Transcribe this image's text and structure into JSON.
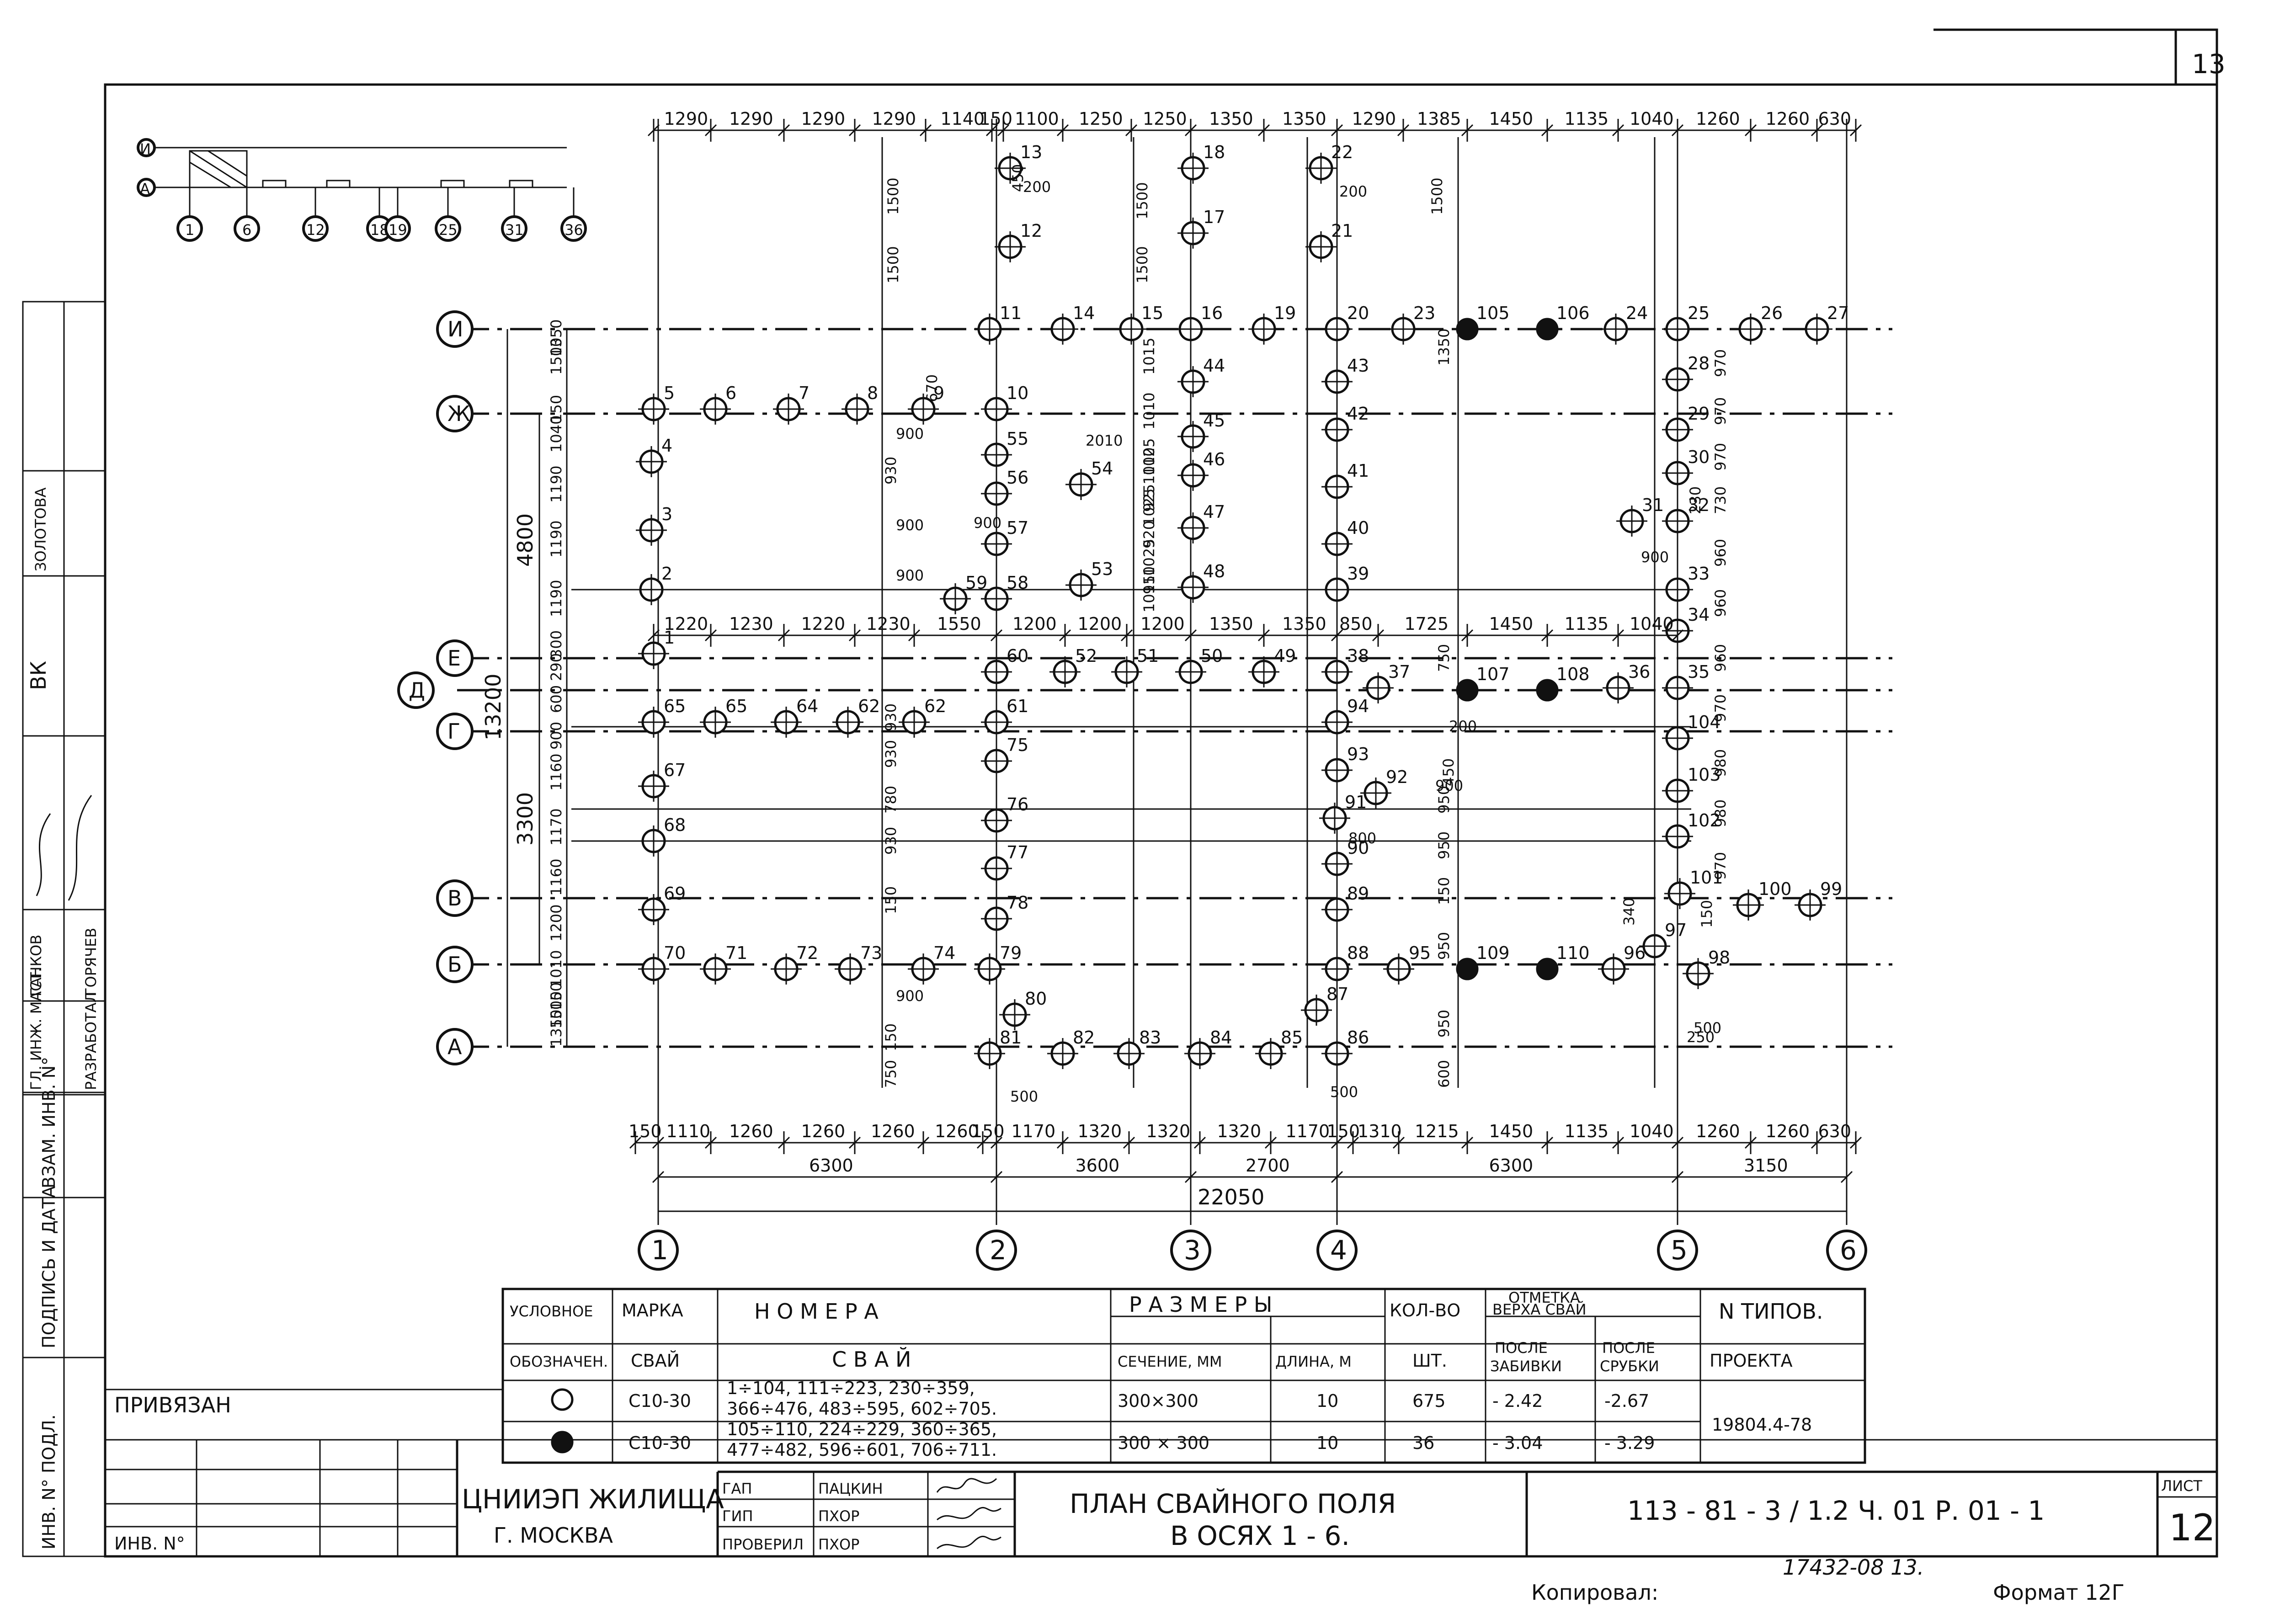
{
  "sheet_top_number": "13",
  "axes_x": [
    "1",
    "2",
    "3",
    "4",
    "5",
    "6"
  ],
  "axes_y": [
    "И",
    "Ж",
    "Е",
    "Д",
    "Г",
    "В",
    "Б",
    "А"
  ],
  "keyplan": {
    "rows": [
      "И",
      "А"
    ],
    "cols": [
      "1",
      "6",
      "12",
      "18",
      "19",
      "25",
      "31",
      "36"
    ]
  },
  "dims_top": [
    "1290",
    "1290",
    "1290",
    "1290",
    "1140",
    "150",
    "1100",
    "1250",
    "1250",
    "1350",
    "1350",
    "1290",
    "1385",
    "1450",
    "1135",
    "1040",
    "1260",
    "1260",
    "630"
  ],
  "dims_bottom_detail": [
    "150",
    "1110",
    "1260",
    "1260",
    "1260",
    "1260",
    "150",
    "1170",
    "1320",
    "1320",
    "1320",
    "1170",
    "150",
    "1310",
    "1215",
    "1450",
    "1135",
    "1040",
    "1260",
    "1260",
    "630"
  ],
  "dims_bottom_axes": [
    "6300",
    "3600",
    "2700",
    "6300",
    "3150"
  ],
  "dim_total": "22050",
  "dims_left_total": "13200",
  "dims_left_bays": [
    "4800",
    "3300"
  ],
  "dims_left_spans": [
    "1500",
    "1350",
    "150",
    "1040",
    "1190",
    "1190",
    "1190",
    "300",
    "290",
    "600",
    "900",
    "1160",
    "1170",
    "1160",
    "1200",
    "1010",
    "150",
    "1500",
    "1350"
  ],
  "dims_mid_row": [
    "1220",
    "1230",
    "1220",
    "1230",
    "1550",
    "1200",
    "1200",
    "1200",
    "1350",
    "1350",
    "850",
    "1725",
    "1450",
    "1135",
    "1040"
  ],
  "pile_labels": [
    "1",
    "2",
    "3",
    "4",
    "5",
    "6",
    "7",
    "8",
    "9",
    "10",
    "11",
    "12",
    "13",
    "14",
    "15",
    "16",
    "17",
    "18",
    "19",
    "20",
    "21",
    "22",
    "23",
    "24",
    "25",
    "26",
    "27",
    "28",
    "29",
    "30",
    "31",
    "32",
    "33",
    "34",
    "35",
    "36",
    "37",
    "38",
    "39",
    "40",
    "41",
    "42",
    "43",
    "44",
    "45",
    "46",
    "47",
    "48",
    "49",
    "50",
    "51",
    "52",
    "53",
    "54",
    "55",
    "56",
    "57",
    "58",
    "59",
    "60",
    "61",
    "62",
    "62",
    "64",
    "65",
    "65",
    "67",
    "68",
    "69",
    "70",
    "71",
    "72",
    "73",
    "74",
    "75",
    "76",
    "77",
    "78",
    "79",
    "80",
    "81",
    "82",
    "83",
    "84",
    "85",
    "86",
    "87",
    "88",
    "89",
    "90",
    "91",
    "92",
    "93",
    "94",
    "95",
    "96",
    "97",
    "98",
    "99",
    "100",
    "101",
    "102",
    "103",
    "104",
    "105",
    "106",
    "107",
    "108",
    "109",
    "110"
  ],
  "misc_dims": [
    "200",
    "200",
    "1500",
    "1500",
    "1500",
    "1500",
    "1500",
    "2010",
    "900",
    "900",
    "800",
    "500",
    "500",
    "250",
    "500",
    "340",
    "970",
    "970",
    "970",
    "730",
    "230",
    "960",
    "960",
    "960",
    "970",
    "980",
    "980",
    "970",
    "1015",
    "1010",
    "1025",
    "1025",
    "1025",
    "1015",
    "1010",
    "925",
    "920",
    "910",
    "670",
    "150",
    "780",
    "930",
    "930",
    "930",
    "930",
    "900",
    "900",
    "900",
    "900",
    "750",
    "1350",
    "150",
    "750",
    "600",
    "150",
    "950",
    "950",
    "950",
    "950",
    "150",
    "200",
    "900",
    "450",
    "450"
  ],
  "table": {
    "headers": {
      "symbol": [
        "УСЛОВНОЕ",
        "ОБОЗНАЧЕН."
      ],
      "mark": [
        "МАРКА",
        "СВАЙ"
      ],
      "numbers": [
        "Н О М Е Р А",
        "С В А Й"
      ],
      "sizes": "Р А З М Е Р Ы",
      "section": "СЕЧЕНИЕ, ММ",
      "length": "ДЛИНА, М",
      "qty": [
        "КОЛ-ВО",
        "ШТ."
      ],
      "elev": [
        "ОТМЕТКА",
        "ВЕРХА СВАЙ"
      ],
      "elev_a": [
        "ПОСЛЕ",
        "ЗАБИВКИ"
      ],
      "elev_b": [
        "ПОСЛЕ",
        "СРУБКИ"
      ],
      "project": [
        "N ТИПОВ.",
        "ПРОЕКТА"
      ]
    },
    "rows": [
      {
        "symbol": "open-circle",
        "mark": "С10-30",
        "numbers": [
          "1÷104, 111÷223, 230÷359,",
          "366÷476, 483÷595, 602÷705."
        ],
        "section": "300×300",
        "length": "10",
        "qty": "675",
        "elev_a": "- 2.42",
        "elev_b": "-2.67"
      },
      {
        "symbol": "filled-circle",
        "mark": "С10-30",
        "numbers": [
          "105÷110, 224÷229, 360÷365,",
          "477÷482, 596÷601, 706÷711."
        ],
        "section": "300 × 300",
        "length": "10",
        "qty": "36",
        "elev_a": "- 3.04",
        "elev_b": "- 3.29"
      }
    ],
    "project_no": "19804.4-78"
  },
  "stamp": {
    "privyazan": "ПРИВЯЗАН",
    "inv": "ИНВ. N°",
    "org1": "ЦНИИЭП ЖИЛИЩА",
    "org2": "Г. МОСКВА",
    "roles": [
      "ГАП",
      "ГИП",
      "ПРОВЕРИЛ"
    ],
    "names": [
      "ПАЦКИН",
      "ПХОР",
      "ПХОР"
    ],
    "title1": "ПЛАН СВАЙНОГО ПОЛЯ",
    "title2": "В ОСЯХ 1 - 6.",
    "code": "113 - 81 - 3 / 1.2    Ч. 01  Р. 01 - 1",
    "sheet_label": "ЛИСТ",
    "sheet_no": "12"
  },
  "left_strip": [
    "ИНВ. N° ПОДЛ.",
    "ПОДПИСЬ И ДАТА",
    "ВЗАМ. ИНВ. N°"
  ],
  "left_stamp_roles": [
    "ГЛ. ИНЖ. МАСТ.",
    "РАЗРАБОТАЛ"
  ],
  "left_stamp_names": [
    "ГАНКОВ",
    "ГОРЯЧЕВ",
    "ВК",
    "ЗОЛОТОВА"
  ],
  "footer": {
    "note": "17432-08    13.",
    "copied": "Копировал:",
    "format": "Формат 12Г"
  }
}
